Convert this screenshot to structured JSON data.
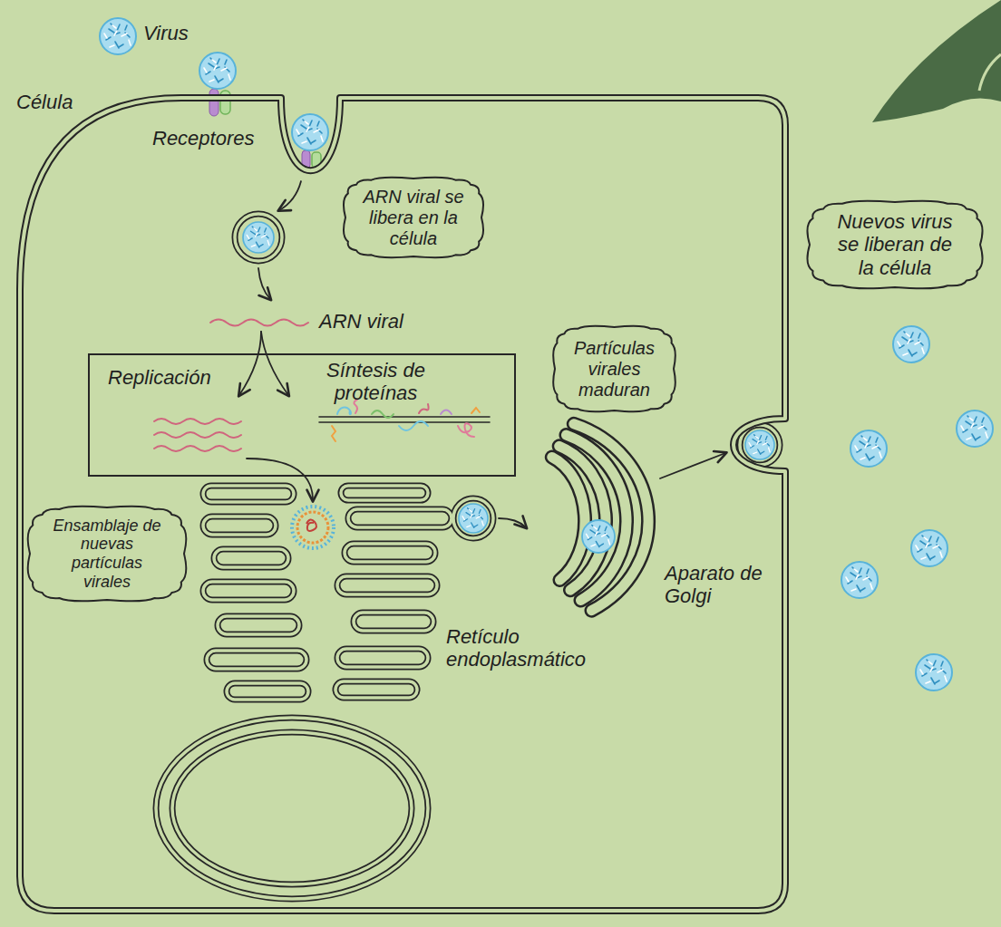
{
  "diagram": {
    "nodes": [
      {
        "text": [
          "Célula"
        ]
      },
      {
        "text": [
          "ARN viral se libera en la célula"
        ],
        "in": 0
      },
      {
        "text": [
          "Nuevos virus se liberan de la célula"
        ]
      },
      {
        "text": [
          "Partículas virales maduran"
        ],
        "in": 0
      },
      {
        "text": [
          "Replicación",
          "Síntesis de proteínas"
        ],
        "in": 0
      },
      {
        "text": [
          "Ensamblaje de nuevas partículas virales"
        ],
        "in": 0
      }
    ],
    "labels": [
      "Receptores",
      "ARN viral",
      "Aparato de Golgi",
      "Retículo endoplasmático"
    ],
    "legend": [
      {
        "text": "Virus"
      }
    ]
  }
}
